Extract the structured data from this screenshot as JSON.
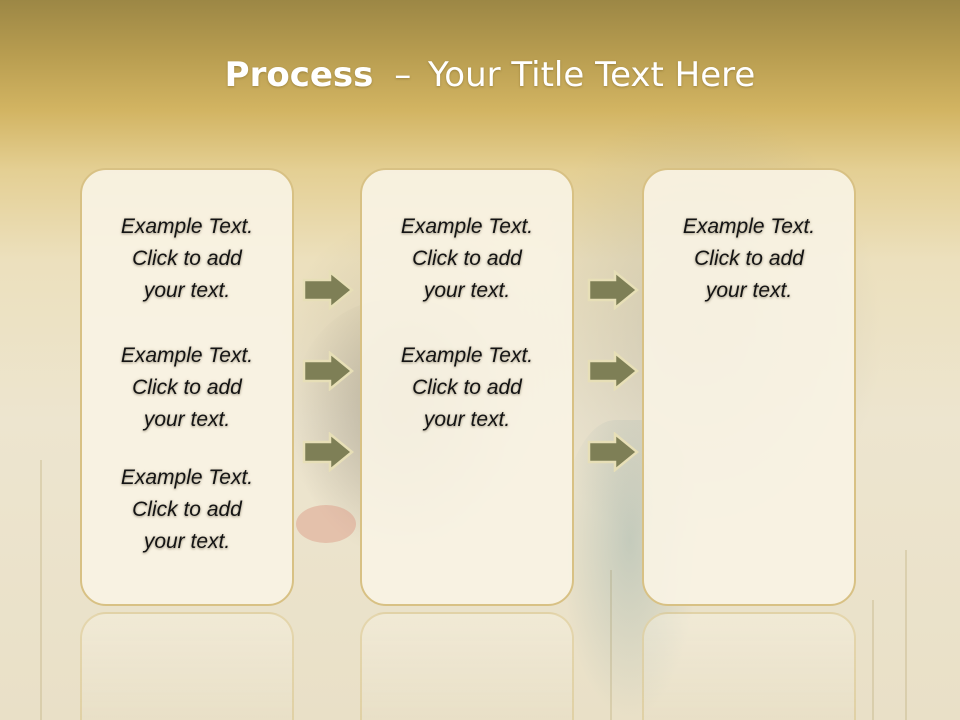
{
  "slide": {
    "title_bold": "Process",
    "title_dash": "–",
    "title_rest": "Your Title Text Here",
    "columns": [
      {
        "items": [
          {
            "line1": "Example Text.",
            "line2": "Click  to add",
            "line3": "your text."
          },
          {
            "line1": "Example Text.",
            "line2": "Click  to add",
            "line3": "your text."
          },
          {
            "line1": "Example Text.",
            "line2": "Click  to add",
            "line3": "your text."
          }
        ]
      },
      {
        "items": [
          {
            "line1": "Example Text.",
            "line2": "Click  to add",
            "line3": "your text."
          },
          {
            "line1": "Example Text.",
            "line2": "Click  to add",
            "line3": "your text."
          }
        ]
      },
      {
        "items": [
          {
            "line1": "Example Text.",
            "line2": "Click  to add",
            "line3": "your text."
          }
        ]
      }
    ]
  },
  "colors": {
    "arrow_fill": "#7e7f56",
    "arrow_stroke": "#e7dfb7",
    "box_border": "#d8c184",
    "header_gold": "#c9ac5c"
  },
  "icons": [
    "right-arrow-icon"
  ]
}
